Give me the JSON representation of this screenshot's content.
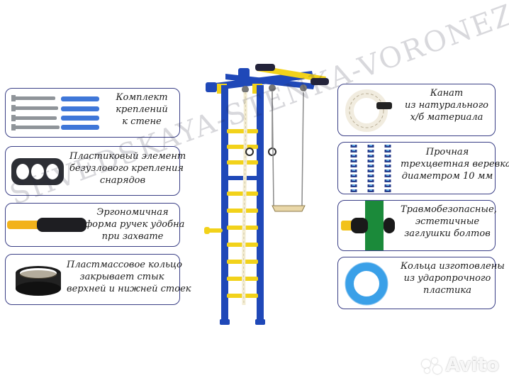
{
  "left_cards": [
    {
      "lines": [
        "Комплект",
        "креплений",
        "к стене"
      ]
    },
    {
      "lines": [
        "Пластиковый элемент",
        "безузлового крепления",
        "снарядов"
      ]
    },
    {
      "lines": [
        "Эргономичная",
        "форма ручек удобна",
        "при захвате"
      ]
    },
    {
      "lines": [
        "Пластмассовое кольцо",
        "закрывает стык",
        "верхней и нижней стоек"
      ]
    }
  ],
  "right_cards": [
    {
      "lines": [
        "Канат",
        "из натурального",
        "х/б материала"
      ]
    },
    {
      "lines": [
        "Прочная",
        "трехцветная веревка",
        "диаметром 10 мм"
      ]
    },
    {
      "lines": [
        "Травмобезопасные,",
        "эстетичные",
        "заглушки болтов"
      ]
    },
    {
      "lines": [
        "Кольца изготовлены",
        "из ударопрочного",
        "пластика"
      ]
    }
  ],
  "watermark": "SHVEDSKAYA-STENKA-VORONEZH",
  "logo": "Avito",
  "colors": {
    "frame_blue": "#1f48b8",
    "rung_yellow": "#f2d21a",
    "card_border": "#3a3f86",
    "pipe_green": "#1b8a3a",
    "ring_blue": "#3aa0e8"
  }
}
